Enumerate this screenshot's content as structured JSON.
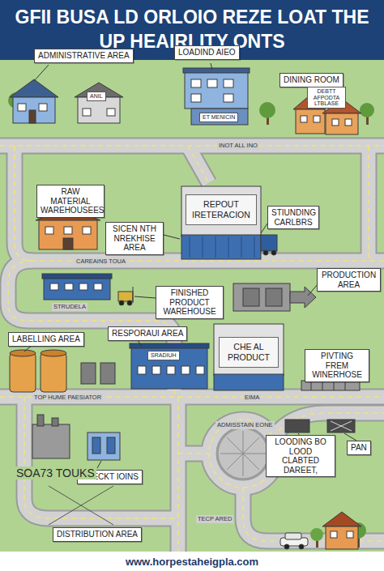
{
  "diagram": {
    "title": "GFII BUSA LD ORLOIO REZE LOAT THE UP HEAIRLITY ONTS",
    "caption": "www.horpestaheigpla.com",
    "nodes": [
      {
        "text": [
          "ADMINISTRATIVE AREA"
        ]
      },
      {
        "text": [
          "LOADIND AIEO"
        ]
      },
      {
        "text": [
          "DINING ROOM"
        ]
      },
      {
        "text": [
          "ANIL"
        ]
      },
      {
        "text": [
          "ET MENICIN"
        ]
      },
      {
        "text": [
          "DEBTT AFPODTA LTBLASE"
        ]
      },
      {
        "text": [
          "RAW MATERIAL WAREHOUSEES"
        ]
      },
      {
        "text": [
          "REPOUT IRETERACION"
        ]
      },
      {
        "text": [
          "STIUNDING CARLBRS"
        ]
      },
      {
        "text": [
          "SICEN NTH NREKHISE AREA"
        ]
      },
      {
        "text": [
          "PRODUCTION AREA"
        ]
      },
      {
        "text": [
          "FINISHED PRODUCT WAREHOUSE"
        ]
      },
      {
        "text": [
          "LABELLING AREA"
        ]
      },
      {
        "text": [
          "RESPORAUI AREA"
        ]
      },
      {
        "text": [
          "SRADIUH"
        ]
      },
      {
        "text": [
          "CHE AL PRODUCT"
        ]
      },
      {
        "text": [
          "PIVTING FREM WINERHOSE"
        ]
      },
      {
        "text": [
          "LOODING BO LOOD CLABTED DAREET,"
        ]
      },
      {
        "text": [
          "PAN"
        ]
      },
      {
        "text": [
          "CHECKT IOINS"
        ]
      },
      {
        "text": [
          "DISTRIBUTION AREA"
        ]
      }
    ],
    "labels": [
      "INOT ALL INO",
      "CAREAINS TOUA",
      "STRUDELA",
      "TOP HUME PAESIATOR",
      "EIMA",
      "ADMISSTAIN EONE",
      "SOA73 TOUKS",
      "TECP ARED"
    ]
  }
}
